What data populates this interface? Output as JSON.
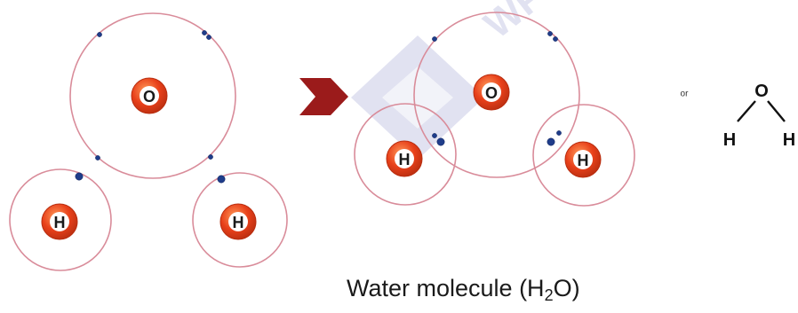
{
  "atom_labels": {
    "oxygen": "O",
    "hydrogen": "H"
  },
  "structural_formula": {
    "connector": "or",
    "center": "O",
    "left": "H",
    "right": "H"
  },
  "caption": {
    "prefix": "Water molecule (H",
    "subscript": "2",
    "suffix": "O)"
  },
  "watermark": "WPDF",
  "colors": {
    "shell_stroke": "#d98c9a",
    "electron": "#1f3d8a",
    "nucleus_core": "#e8401a",
    "nucleus_rim": "#b92e10",
    "nucleus_inner": "#ffffff",
    "arrow": "#9b1b1b",
    "watermark": "#c9cbe6"
  }
}
